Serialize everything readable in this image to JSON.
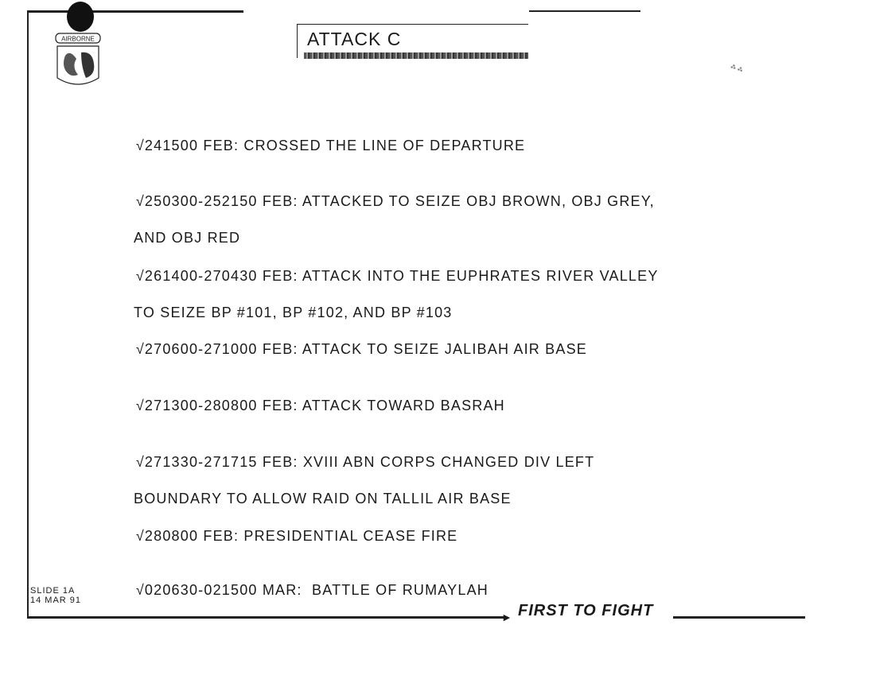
{
  "header": {
    "title": "ATTACK C",
    "logo_text": "AIRBORNE"
  },
  "items": [
    {
      "check": "√",
      "line1": "241500 FEB: CROSSED THE LINE OF DEPARTURE",
      "line2": ""
    },
    {
      "check": "√",
      "line1": "250300-252150 FEB: ATTACKED TO SEIZE OBJ BROWN, OBJ GREY,",
      "line2": "AND OBJ RED"
    },
    {
      "check": "√",
      "line1": "261400-270430 FEB: ATTACK INTO THE EUPHRATES RIVER VALLEY",
      "line2": "TO SEIZE BP #101, BP #102, AND BP #103"
    },
    {
      "check": "√",
      "line1": "270600-271000 FEB: ATTACK TO SEIZE JALIBAH AIR BASE",
      "line2": ""
    },
    {
      "check": "√",
      "line1": "271300-280800 FEB: ATTACK TOWARD BASRAH",
      "line2": ""
    },
    {
      "check": "√",
      "line1": "271330-271715 FEB: XVIII ABN CORPS CHANGED DIV LEFT",
      "line2": "BOUNDARY TO ALLOW RAID ON TALLIL AIR BASE"
    },
    {
      "check": "√",
      "line1": "280800 FEB: PRESIDENTIAL CEASE FIRE",
      "line2": ""
    },
    {
      "check": "√",
      "line1": "020630-021500 MAR:  BATTLE OF RUMAYLAH",
      "line2": ""
    }
  ],
  "footer": {
    "slide": "SLIDE 1A",
    "date": "14 MAR 91",
    "motto": "FIRST TO FIGHT"
  }
}
